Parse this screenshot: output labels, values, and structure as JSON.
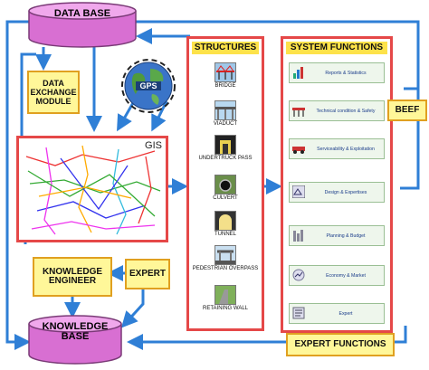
{
  "database_label": "DATA BASE",
  "knowledge_base_label": "KNOWLEDGE BASE",
  "data_exchange_label": "DATA EXCHANGE MODULE",
  "gps_label": "GPS",
  "gis_label": "GIS",
  "knowledge_engineer_label": "KNOWLEDGE ENGINEER",
  "expert_label": "EXPERT",
  "beef_label": "BEEF",
  "expert_functions_label": "EXPERT FUNCTIONS",
  "structures": {
    "title": "STRUCTURES",
    "items": [
      {
        "label": "BRIDGE",
        "icon": "bridge-icon"
      },
      {
        "label": "VIADUCT",
        "icon": "viaduct-icon"
      },
      {
        "label": "UNDERTRUCK PASS",
        "icon": "underpass-icon"
      },
      {
        "label": "CULVERT",
        "icon": "culvert-icon"
      },
      {
        "label": "TUNNEL",
        "icon": "tunnel-icon"
      },
      {
        "label": "PEDESTRIAN OVERPASS",
        "icon": "pedestrian-overpass-icon"
      },
      {
        "label": "RETAINING WALL",
        "icon": "retaining-wall-icon"
      }
    ]
  },
  "system_functions": {
    "title": "SYSTEM FUNCTIONS",
    "items": [
      {
        "label": "Reports & Statistics",
        "icon": "chart-icon"
      },
      {
        "label": "Technical condition & Safety",
        "icon": "bridge-condition-icon"
      },
      {
        "label": "Serviceability & Exploitation",
        "icon": "traffic-icon"
      },
      {
        "label": "Design & Expertises",
        "icon": "design-icon"
      },
      {
        "label": "Planning & Budget",
        "icon": "budget-icon"
      },
      {
        "label": "Economy & Market",
        "icon": "market-icon"
      },
      {
        "label": "Expert",
        "icon": "expert-icon"
      }
    ]
  },
  "colors": {
    "arrow": "#2f7fd6",
    "panel_border": "#e54848",
    "panel_head": "#fde24a",
    "yellow_box": "#fff799",
    "cylinder": "#e58ee0"
  }
}
